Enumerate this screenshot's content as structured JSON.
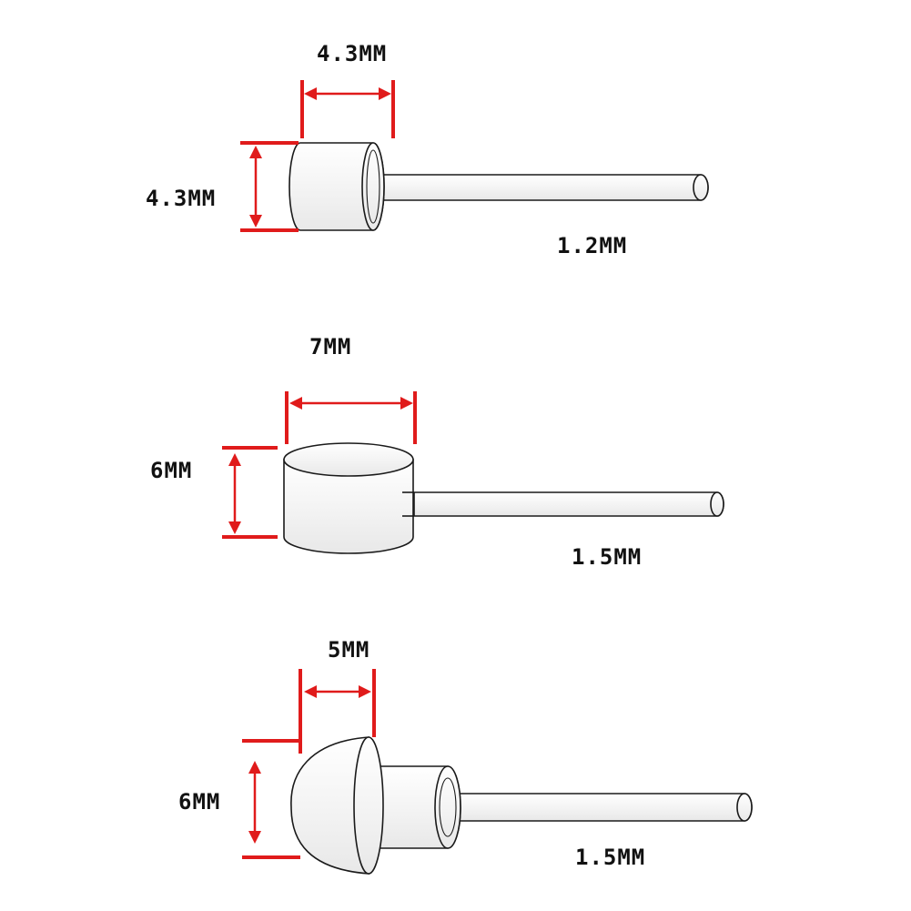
{
  "colors": {
    "dimension": "#e01b1b",
    "outline": "#1a1a1a",
    "label": "#111111",
    "fill": "#ffffff"
  },
  "nipples": [
    {
      "name": "small-cylinder",
      "width_label": "4.3MM",
      "height_label": "4.3MM",
      "cable_label": "1.2MM"
    },
    {
      "name": "large-cylinder",
      "width_label": "7MM",
      "height_label": "6MM",
      "cable_label": "1.5MM"
    },
    {
      "name": "dome",
      "width_label": "5MM",
      "height_label": "6MM",
      "cable_label": "1.5MM"
    }
  ]
}
